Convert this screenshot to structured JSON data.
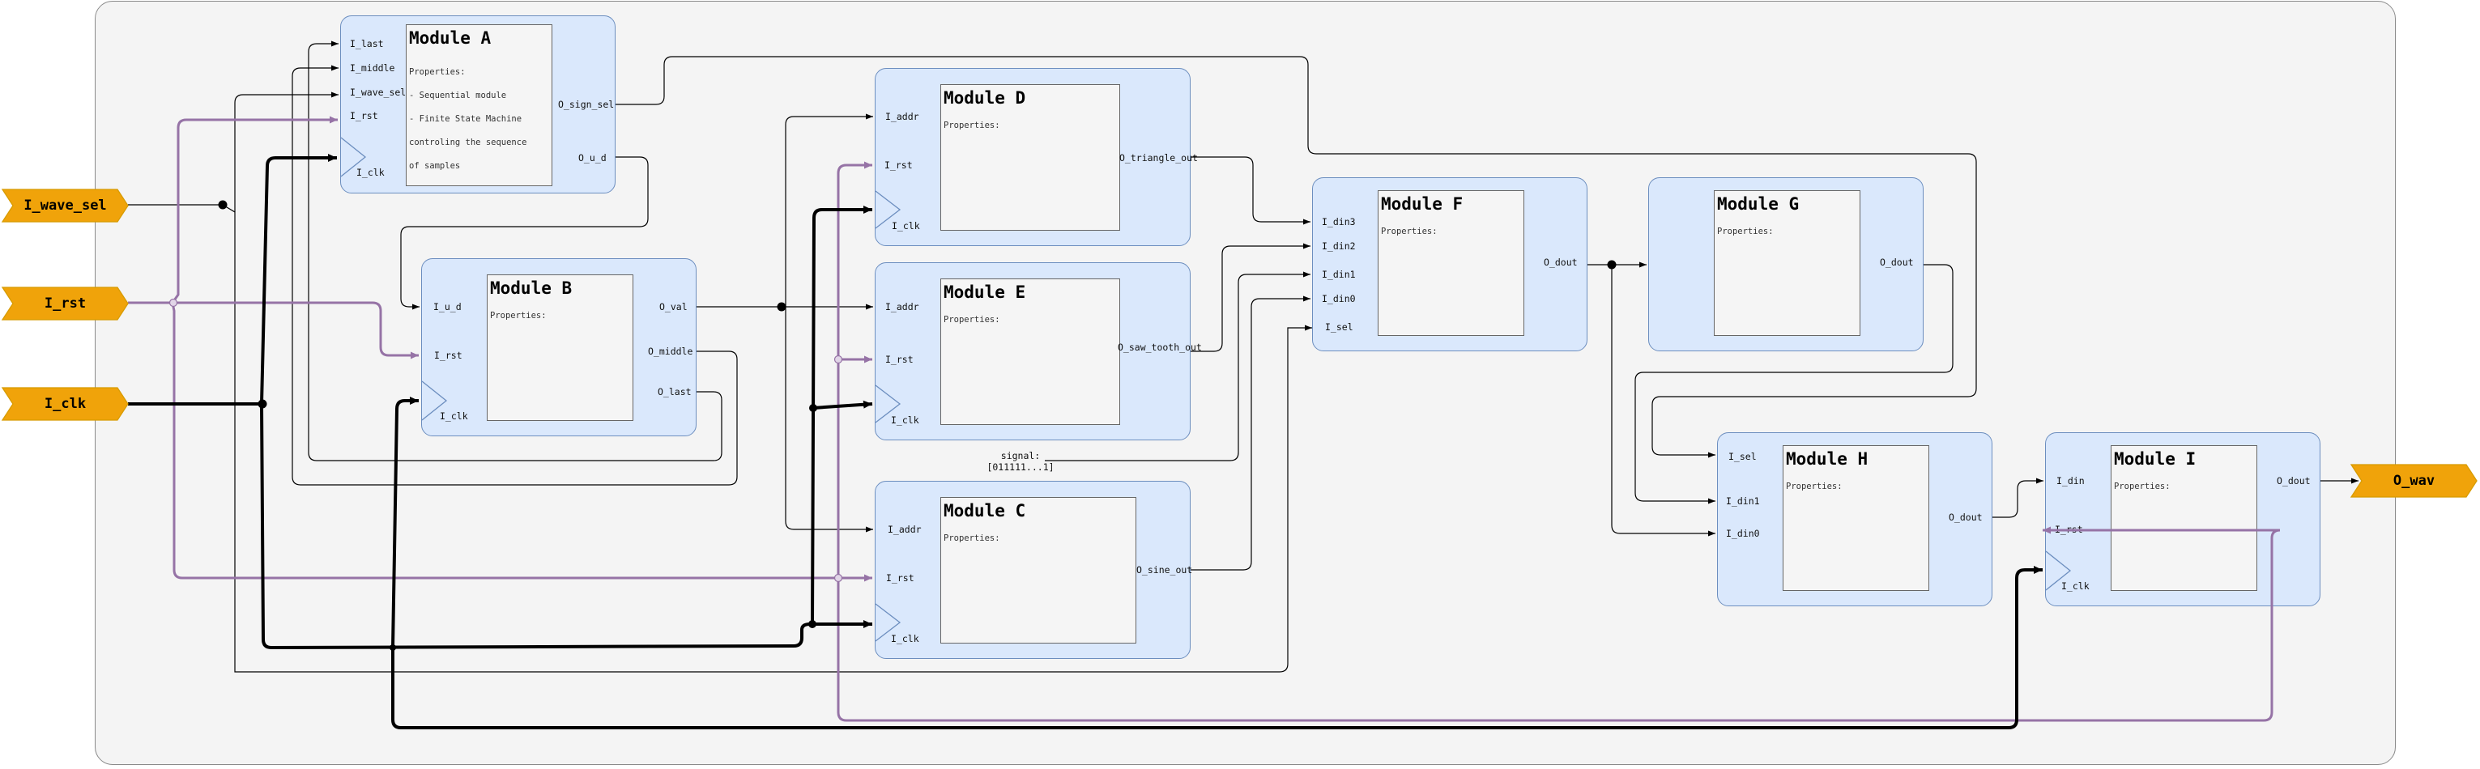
{
  "inputs": {
    "wave_sel": "I_wave_sel",
    "rst": "I_rst",
    "clk": "I_clk"
  },
  "output": "O_wav",
  "signal_note": {
    "line1": "signal:",
    "line2": "[011111...1]"
  },
  "modules": {
    "a": {
      "title": "Module A",
      "props_label": "Properties:",
      "props": [
        "- Sequential module",
        "- Finite State Machine",
        "controling the sequence",
        "of samples"
      ],
      "in": [
        "I_last",
        "I_middle",
        "I_wave_sel",
        "I_rst",
        "I_clk"
      ],
      "out": [
        "O_sign_sel",
        "O_u_d"
      ]
    },
    "b": {
      "title": "Module B",
      "props_label": "Properties:",
      "in": [
        "I_u_d",
        "I_rst",
        "I_clk"
      ],
      "out": [
        "O_val",
        "O_middle",
        "O_last"
      ]
    },
    "c": {
      "title": "Module C",
      "props_label": "Properties:",
      "in": [
        "I_addr",
        "I_rst",
        "I_clk"
      ],
      "out": [
        "O_sine_out"
      ]
    },
    "d": {
      "title": "Module D",
      "props_label": "Properties:",
      "in": [
        "I_addr",
        "I_rst",
        "I_clk"
      ],
      "out": [
        "O_triangle_out"
      ]
    },
    "e": {
      "title": "Module E",
      "props_label": "Properties:",
      "in": [
        "I_addr",
        "I_rst",
        "I_clk"
      ],
      "out": [
        "O_saw_tooth_out"
      ]
    },
    "f": {
      "title": "Module F",
      "props_label": "Properties:",
      "in": [
        "I_din3",
        "I_din2",
        "I_din1",
        "I_din0",
        "I_sel"
      ],
      "out": [
        "O_dout"
      ]
    },
    "g": {
      "title": "Module G",
      "props_label": "Properties:",
      "out": [
        "O_dout"
      ]
    },
    "h": {
      "title": "Module H",
      "props_label": "Properties:",
      "in": [
        "I_sel",
        "I_din1",
        "I_din0"
      ],
      "out": [
        "O_dout"
      ]
    },
    "i": {
      "title": "Module I",
      "props_label": "Properties:",
      "in": [
        "I_din",
        "I_rst",
        "I_clk"
      ],
      "out": [
        "O_dout"
      ]
    }
  },
  "colors": {
    "module_fill": "#dae8fc",
    "module_stroke": "#6c8ebf",
    "pin_fill": "#f0a30a",
    "rst_wire": "#9673a6",
    "clk_wire": "#000000",
    "frame_fill": "#f4f4f4"
  }
}
